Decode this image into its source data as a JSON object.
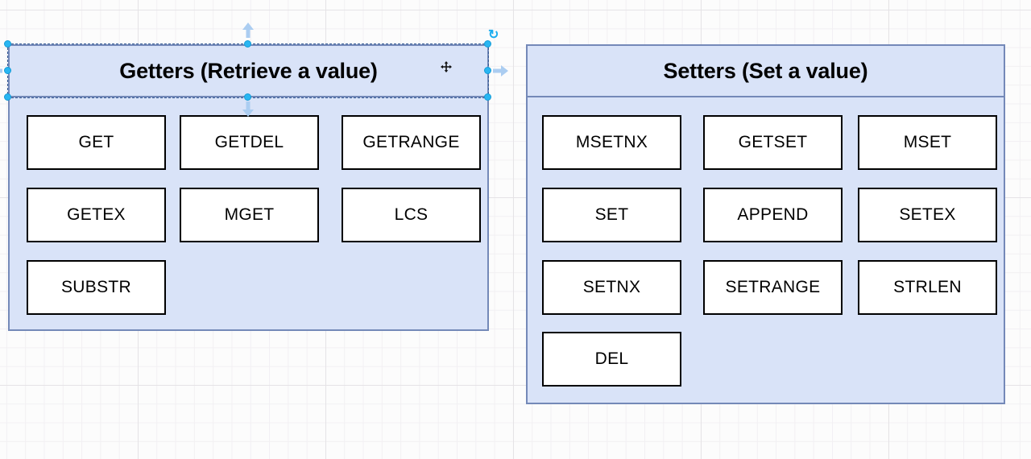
{
  "diagram": {
    "getters": {
      "title": "Getters (Retrieve a value)",
      "boxes": [
        "GET",
        "GETDEL",
        "GETRANGE",
        "GETEX",
        "MGET",
        "LCS",
        "SUBSTR"
      ]
    },
    "setters": {
      "title": "Setters (Set a value)",
      "boxes": [
        "MSETNX",
        "GETSET",
        "MSET",
        "SET",
        "APPEND",
        "SETEX",
        "SETNX",
        "SETRANGE",
        "STRLEN",
        "DEL"
      ]
    },
    "selection": {
      "selected_element": "getters-header",
      "rotate_icon_glyph": "↻"
    }
  },
  "colors": {
    "canvas_background": "#fcfcfc",
    "grid_minor_line": "#f2f0f3",
    "grid_major_line": "#e5e3e6",
    "container_fill": "#d9e3f8",
    "container_stroke": "#7489b8",
    "node_fill": "#ffffff",
    "node_stroke": "#000000",
    "title_text": "#000000",
    "selection_handle_fill": "#29b6f2",
    "selection_outline": "#3a5f97",
    "direction_arrow_fill": "#abcdf1"
  }
}
